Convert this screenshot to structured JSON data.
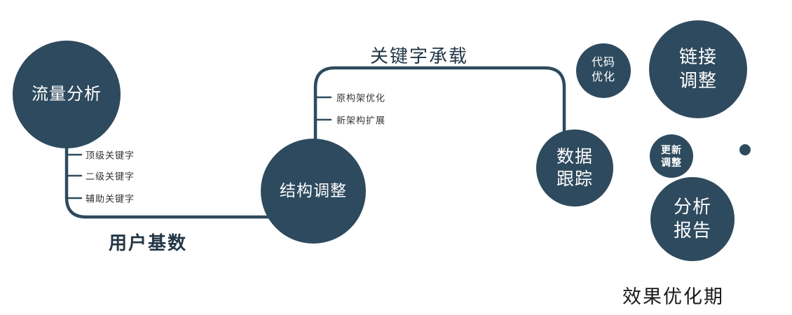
{
  "diagram": {
    "colors": {
      "node_fill": "#2e4a5e",
      "node_text": "#ffffff",
      "label_ink": "#233646"
    },
    "nodes": {
      "traffic": {
        "label": "流量分析"
      },
      "structure": {
        "label": "结构调整"
      },
      "tracking": {
        "line1": "数据",
        "line2": "跟踪"
      },
      "code": {
        "line1": "代码",
        "line2": "优化"
      },
      "link": {
        "line1": "链接",
        "line2": "调整"
      },
      "update": {
        "line1": "更新",
        "line2": "调整"
      },
      "report": {
        "line1": "分析",
        "line2": "报告"
      }
    },
    "edge_labels": {
      "keyword_carry": "关键字承载",
      "user_base": "用户基数"
    },
    "left_ticks": [
      "顶级关键字",
      "二级关键字",
      "辅助关键字"
    ],
    "mid_ticks": [
      "原构架优化",
      "新架构扩展"
    ],
    "footer": "效果优化期"
  }
}
